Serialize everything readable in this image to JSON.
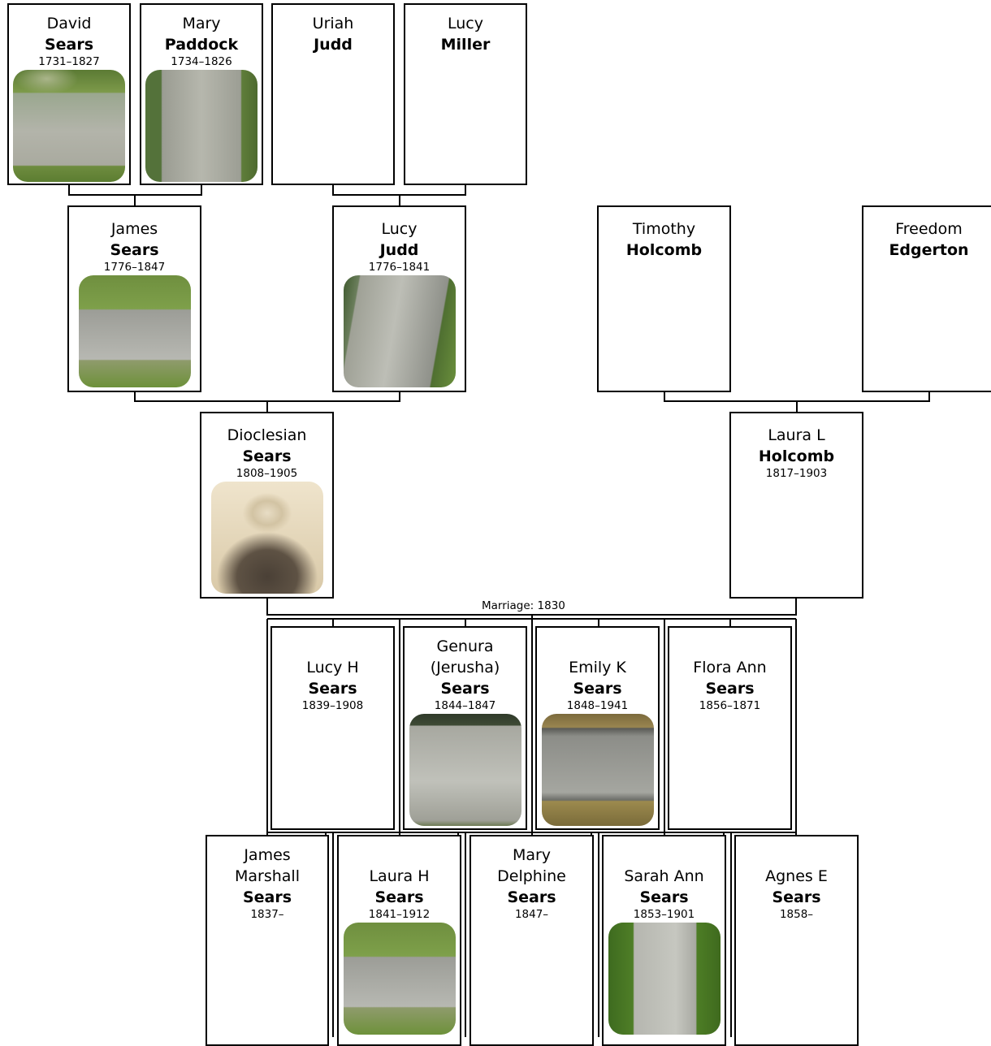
{
  "marriage_label": "Marriage: 1830",
  "people": {
    "david_sears": {
      "given": "David",
      "surname": "Sears",
      "dates": "1731–1827",
      "photo": "headstone"
    },
    "mary_paddock": {
      "given": "Mary",
      "surname": "Paddock",
      "dates": "1734–1826",
      "photo": "headstone"
    },
    "uriah_judd": {
      "given": "Uriah",
      "surname": "Judd",
      "dates": "",
      "photo": ""
    },
    "lucy_miller": {
      "given": "Lucy",
      "surname": "Miller",
      "dates": "",
      "photo": ""
    },
    "james_sears": {
      "given": "James",
      "surname": "Sears",
      "dates": "1776–1847",
      "photo": "headstone"
    },
    "lucy_judd": {
      "given": "Lucy",
      "surname": "Judd",
      "dates": "1776–1841",
      "photo": "headstone"
    },
    "timothy_holcomb": {
      "given": "Timothy",
      "surname": "Holcomb",
      "dates": "",
      "photo": ""
    },
    "freedom_edgerton": {
      "given": "Freedom",
      "surname": "Edgerton",
      "dates": "",
      "photo": ""
    },
    "dioclesian_sears": {
      "given": "Dioclesian",
      "surname": "Sears",
      "dates": "1808–1905",
      "photo": "portrait"
    },
    "laura_l_holcomb": {
      "given": "Laura L",
      "surname": "Holcomb",
      "dates": "1817–1903",
      "photo": ""
    },
    "lucy_h_sears": {
      "given": "Lucy H",
      "surname": "Sears",
      "dates": "1839–1908",
      "photo": ""
    },
    "genura_sears": {
      "given": "Genura (Jerusha)",
      "surname": "Sears",
      "dates": "1844–1847",
      "photo": "headstone"
    },
    "emily_k_sears": {
      "given": "Emily K",
      "surname": "Sears",
      "dates": "1848–1941",
      "photo": "headstone"
    },
    "flora_ann_sears": {
      "given": "Flora Ann",
      "surname": "Sears",
      "dates": "1856–1871",
      "photo": ""
    },
    "james_marshall_sears": {
      "given": "James Marshall",
      "surname": "Sears",
      "dates": "1837–",
      "photo": ""
    },
    "laura_h_sears": {
      "given": "Laura H",
      "surname": "Sears",
      "dates": "1841–1912",
      "photo": "headstone"
    },
    "mary_delphine_sears": {
      "given": "Mary Delphine",
      "surname": "Sears",
      "dates": "1847–",
      "photo": ""
    },
    "sarah_ann_sears": {
      "given": "Sarah Ann",
      "surname": "Sears",
      "dates": "1853–1901",
      "photo": "headstone"
    },
    "agnes_e_sears": {
      "given": "Agnes E",
      "surname": "Sears",
      "dates": "1858–",
      "photo": ""
    }
  }
}
